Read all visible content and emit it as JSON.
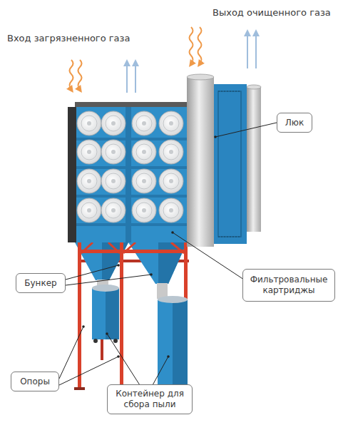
{
  "diagram": {
    "nodes": [
      {
        "text": [
          "Люк"
        ]
      },
      {
        "text": [
          "Бункер"
        ]
      },
      {
        "text": [
          "Фильтровальные картриджы"
        ]
      },
      {
        "text": [
          "Опоры"
        ]
      },
      {
        "text": [
          "Контейнер для сбора пыли"
        ]
      }
    ],
    "labels": [
      "Вход загрязненного газа",
      "Выход очищенного газа"
    ]
  }
}
